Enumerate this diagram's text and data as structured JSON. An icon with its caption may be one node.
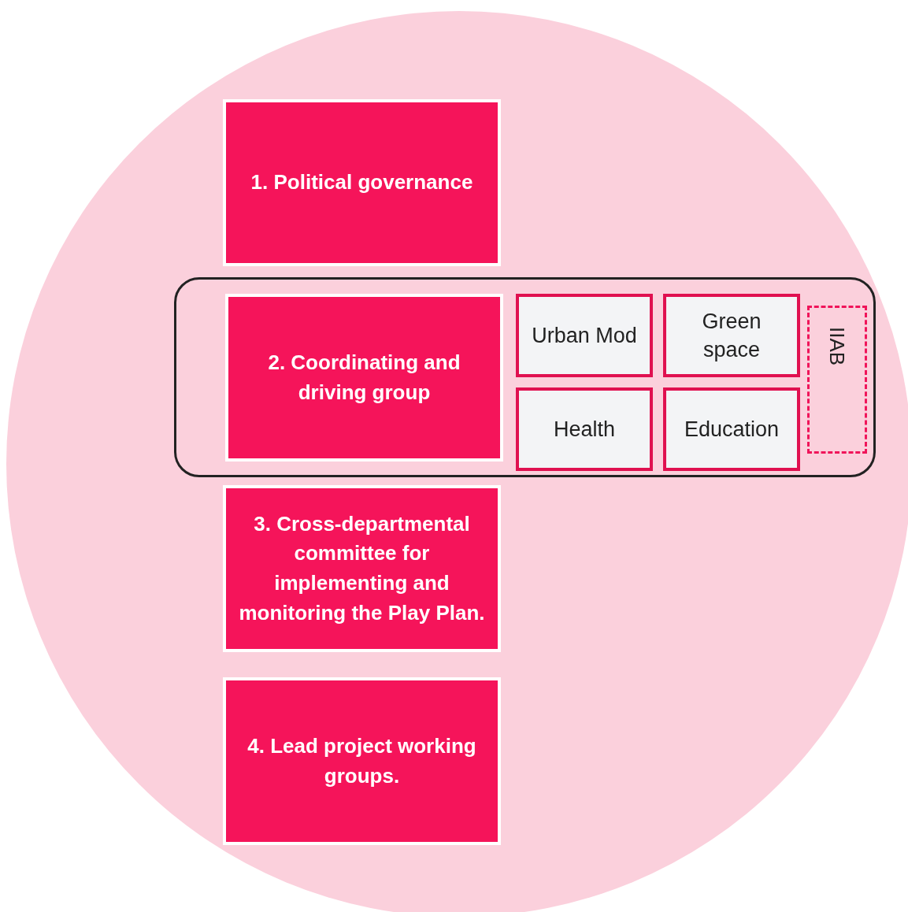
{
  "diagram": {
    "nodes": [
      {
        "text": [],
        "shape": "circle"
      },
      {
        "text": [
          "1. Political governance"
        ],
        "in": 0
      },
      {
        "text": [],
        "shape": "box",
        "in": 0
      },
      {
        "text": [
          "2. Coordinating and driving group"
        ],
        "in": 2
      },
      {
        "text": [
          "Urban Mod"
        ],
        "in": 2
      },
      {
        "text": [
          "Green space"
        ],
        "in": 2
      },
      {
        "text": [
          "Health"
        ],
        "in": 2
      },
      {
        "text": [
          "Education"
        ],
        "in": 2
      },
      {
        "text": [
          "IIAB"
        ],
        "in": 2
      },
      {
        "text": [
          "3. Cross-departmental committee for implementing and monitoring the Play Plan."
        ],
        "in": 0
      },
      {
        "text": [
          "4. Lead project working groups."
        ],
        "in": 0
      }
    ]
  }
}
